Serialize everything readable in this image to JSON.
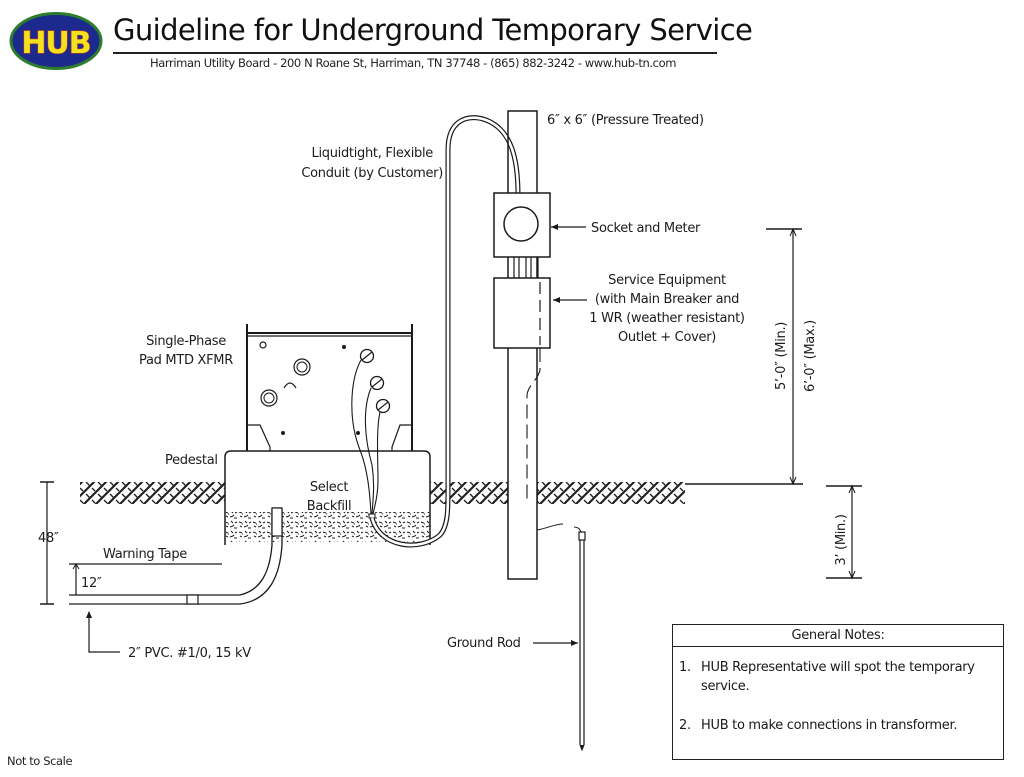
{
  "header": {
    "logo_text": "HUB",
    "title": "Guideline for Underground Temporary Service",
    "subtitle": "Harriman Utility Board - 200 N Roane St, Harriman, TN 37748 - (865) 882-3242 - www.hub-tn.com"
  },
  "colors": {
    "logo_oval": "#1b2a8c",
    "logo_ring": "#2e7d2e",
    "logo_text": "#f4e11d",
    "line": "#1a1a1a"
  },
  "labels": {
    "post": "6″ x 6″ (Pressure Treated)",
    "conduit_line1": "Liquidtight, Flexible",
    "conduit_line2": "Conduit (by Customer)",
    "socket_meter": "Socket and Meter",
    "service_eq_line1": "Service Equipment",
    "service_eq_line2": "(with Main Breaker and",
    "service_eq_line3": "1 WR (weather resistant)",
    "service_eq_line4": "Outlet + Cover)",
    "xfmr_line1": "Single-Phase",
    "xfmr_line2": "Pad MTD XFMR",
    "pedestal": "Pedestal",
    "backfill_line1": "Select",
    "backfill_line2": "Backfill",
    "warning_tape": "Warning Tape",
    "depth_48": "48″",
    "depth_12": "12″",
    "pvc": "2″ PVC. #1/0, 15 kV",
    "ground_rod": "Ground Rod",
    "height_min": "5’-0″ (Min.)",
    "height_max": "6’-0″ (Max.)",
    "post_depth": "3’ (Min.)"
  },
  "notes": {
    "heading": "General Notes:",
    "items": [
      {
        "num": "1.",
        "text": "HUB Representative will spot the temporary service."
      },
      {
        "num": "2.",
        "text": "HUB to make connections in transformer."
      }
    ]
  },
  "footer": {
    "scale_note": "Not to Scale"
  }
}
